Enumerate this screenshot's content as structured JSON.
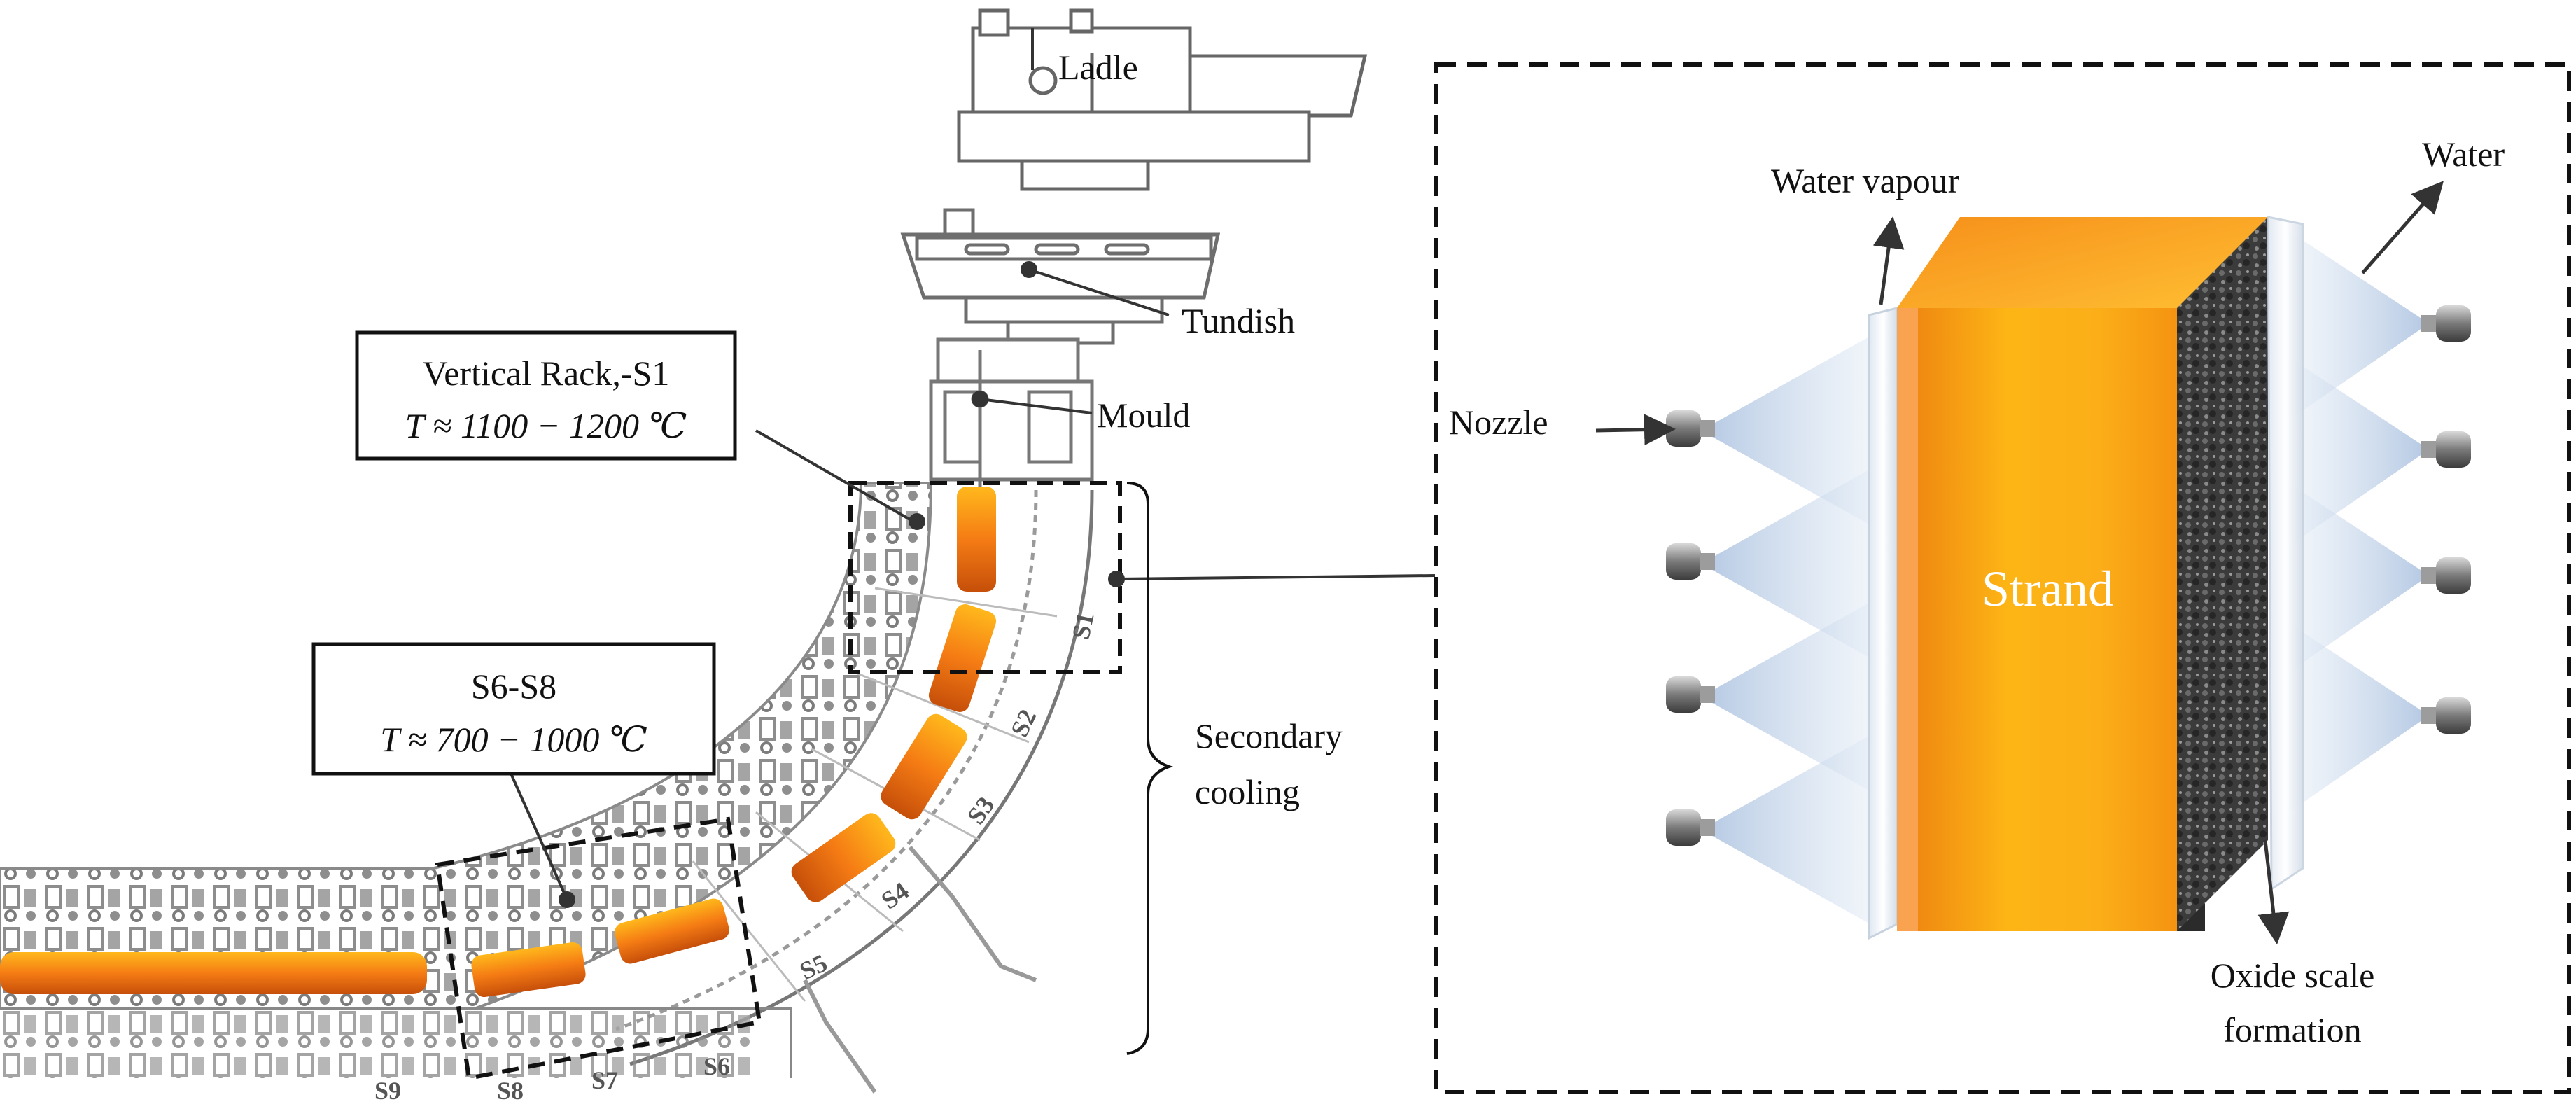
{
  "labels": {
    "ladle": "Ladle",
    "tundish": "Tundish",
    "mould": "Mould",
    "vertical_rack_title": "Vertical Rack,-S1",
    "vertical_rack_temp": "T ≈ 1100 − 1200 ℃",
    "s6s8_title": "S6-S8",
    "s6s8_temp": "T ≈ 700 − 1000 ℃",
    "secondary_cooling_line1": "Secondary",
    "secondary_cooling_line2": "cooling",
    "water_vapour": "Water vapour",
    "water": "Water",
    "nozzle": "Nozzle",
    "strand": "Strand",
    "oxide_line1": "Oxide scale",
    "oxide_line2": "formation"
  },
  "segments": {
    "s1": "S1",
    "s2": "S2",
    "s3": "S3",
    "s4": "S4",
    "s5": "S5",
    "s6": "S6",
    "s7": "S7",
    "s8": "S8",
    "s9": "S9"
  },
  "colors": {
    "strand_orange": "#f7a41c",
    "strand_dark": "#e2650c",
    "machine_gray": "#9a9a9a",
    "spray_blue": "#b9cde4",
    "scale_dark": "#3a3a3a"
  }
}
